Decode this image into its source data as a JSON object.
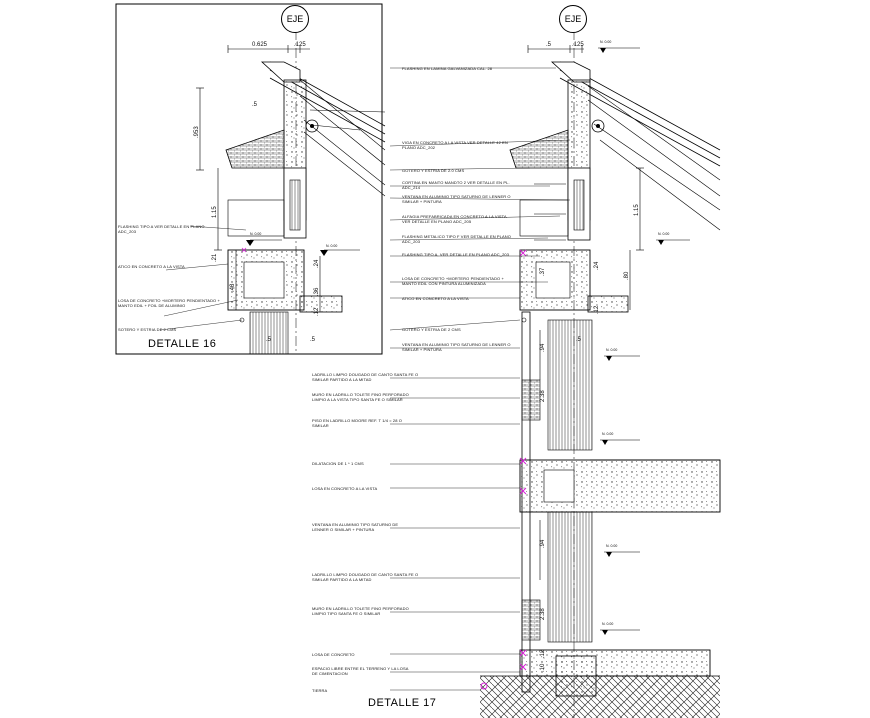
{
  "axis_label": "EJE",
  "detail_16": {
    "title": "DETALLE 16",
    "dims": {
      "top_a": "0.625",
      "top_b": ".125",
      "mid": ".5",
      "side": ".953",
      "h1": "1.15",
      "h2": ".21",
      "h3": ".24",
      "h4": ".48",
      "h5": ".36",
      "h6": ".12",
      "bot_a": ".5",
      "bot_b": ".5"
    },
    "labels": [
      "FLASHING TIPO A VER DETALLE EN PLANO ADC_203",
      "ATICO EN CONCRETO A LA VISTA",
      "LOSA DE CONCRETO +MORTERO PENDIENTADO + MANTO EDIL + FOIL DE ALUMINIO",
      "SOTERO Y ESTRIA DE 2 CMS"
    ]
  },
  "detail_17": {
    "title": "DETALLE 17",
    "dims": {
      "top_a": ".5",
      "top_b": ".125",
      "h1": "1.15",
      "h2": ".80",
      "h3": ".37",
      "h4": ".24",
      "h5": ".12",
      "h6": ".94",
      "h7": "2.38",
      "h8": ".94",
      "h9": "2.38",
      "h10": ".12",
      "h11": ".10",
      "dim_bot": ".5"
    },
    "right_labels": [
      "FLASHING EN LAMINA GALVANIZADA CAL. 28",
      "VIGA EN CONCRETO A LA VISTA VER DETALLE 42 EN PLANO ADC_202",
      "GOTERO Y ESTRIA DE 2.0 CMS",
      "CORTINA EN MANTO MANDTO 2 VER DETALLE EN PL. ADC_214",
      "VENTANA EN ALUMINIO TIPO SATURNO DE LENNER O SIMILAR + PINTURA",
      "ALFAGIA PREFABRICADA EN CONCRETO A LA VISTA VER DETALLE EN PLANO ADC_205",
      "FLASHING METALICO TIPO F VER DETALLE EN PLANO ADC_203",
      "FLASHING TIPO A, VER DETALLE EN PLANO ADC_203",
      "LOSA DE CONCRETO +MORTERO PENDIENTADO + MANTO EDIL CON PINTURA ALUMINIZADA",
      "ATICO EN CONCRETO A LA VISTA",
      "GOTERO Y ESTRIA DE 2 CMS",
      "VENTANA EN ALUMINIO TIPO SATURNO DE LENNER O SIMILAR + PINTURA"
    ],
    "left_labels": [
      "LADRILLO LIMPIO DOUGADO DE CANTO SANTA FE O SIMILAR PARTIDO A LA MITAD",
      "MURO EN LADRILLO TOLETE FINO PERFORADO LIMPIO A LA VISTA TIPO SANTA FE O SIMILAR",
      "PISO EN LADRILLO MOORE REF. T 1/4 = 28 O SIMILAR",
      "DILATACION DE 1 * 1 CMS",
      "LOSA EN CONCRETO A LA VISTA",
      "VENTANA EN ALUMINIO TIPO SATURNO DE LENNER O SIMILAR + PINTURA",
      "LADRILLO LIMPIO DOUGADO DE CANTO SANTA FE O SIMILAR PARTIDO A LA MITAD",
      "MURO EN LADRILLO TOLETE FINO PERFORADO LIMPIO TIPO SANTA FE O SIMILAR",
      "LOSA DE CONCRETO",
      "ESPACIO LIBRE ENTRE EL TERRENO Y LA LOSA DE CIMENTACION",
      "TIERRA"
    ]
  },
  "level_tags": [
    "N. 0.00",
    "N. 0.00",
    "N. 0.00",
    "N. 0.00",
    "N. 0.00",
    "N. 0.00",
    "N. 0.00",
    "N. 0.00"
  ],
  "colors": {
    "line": "#000000",
    "accent": "#d81bd8",
    "hatch": "#444444"
  }
}
